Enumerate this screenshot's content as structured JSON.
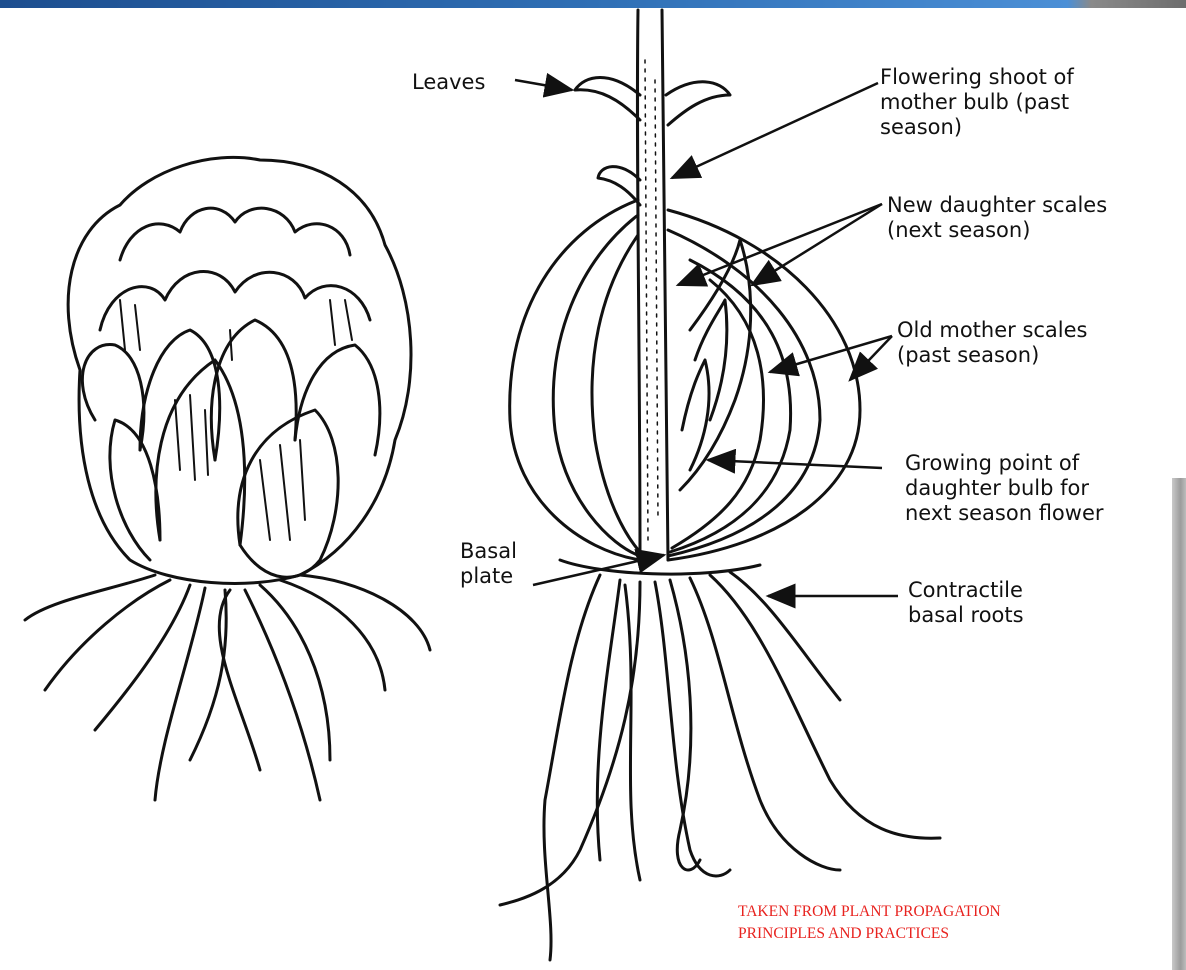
{
  "labels": {
    "leaves": "Leaves",
    "flowering_shoot": "Flowering shoot of\nmother bulb (past\nseason)",
    "new_daughter_scales": "New daughter scales\n(next season)",
    "old_mother_scales": "Old mother scales\n(past season)",
    "growing_point": "Growing point of\ndaughter bulb for\nnext season flower",
    "basal_plate": "Basal\nplate",
    "contractile_roots": "Contractile\nbasal roots"
  },
  "credit": "TAKEN FROM PLANT PROPAGATION PRINCIPLES AND PRACTICES",
  "colors": {
    "ink": "#111111",
    "credit": "#e8231f",
    "top_bar": "#2f6fb5"
  }
}
